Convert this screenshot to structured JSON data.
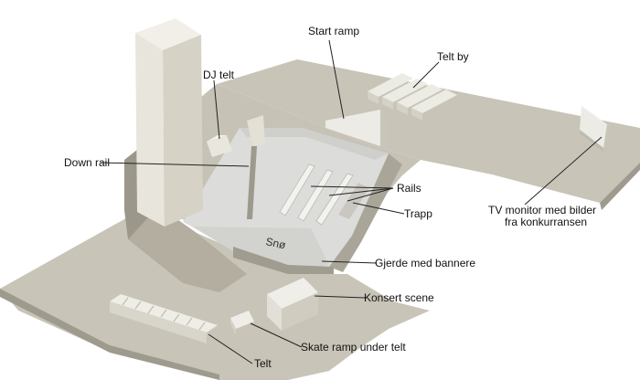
{
  "labels": {
    "start_ramp": "Start ramp",
    "telt_by": "Telt by",
    "dj_telt": "DJ telt",
    "down_rail": "Down rail",
    "rails": "Rails",
    "trapp": "Trapp",
    "tv_monitor_line1": "TV monitor med bilder",
    "tv_monitor_line2": "fra konkurransen",
    "snow": "Snø",
    "gjerde": "Gjerde med bannere",
    "konsert": "Konsert scene",
    "skate_ramp": "Skate ramp under telt",
    "telt": "Telt"
  },
  "colors": {
    "ground": "#c9c4b8",
    "ground_shade": "#b7b1a3",
    "structure": "#ece9e0",
    "structure_side": "#d4d0c4",
    "snow": "#dcdcda",
    "tower": "#e8e5dc",
    "tower_side": "#cfcbbf",
    "shadow": "#aaa597"
  }
}
